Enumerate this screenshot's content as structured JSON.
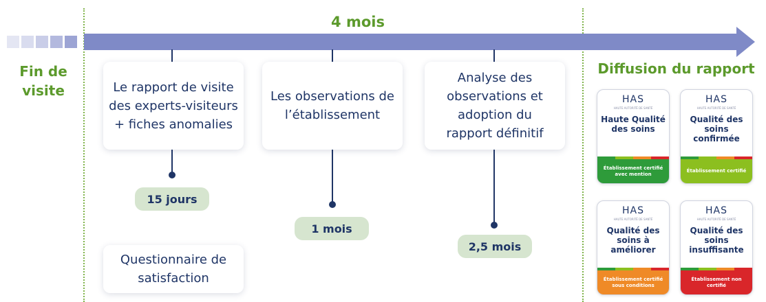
{
  "timeline": {
    "period_label": "4 mois",
    "start_label": "Fin de visite",
    "end_label": "Diffusion du rapport"
  },
  "steps": [
    {
      "text": "Le rapport de visite des experts-visiteurs + fiches anomalies",
      "duration": "15 jours"
    },
    {
      "text": "Les observations de l’établissement",
      "duration": "1 mois"
    },
    {
      "text": "Analyse des observations et adoption du rapport définitif",
      "duration": "2,5 mois"
    }
  ],
  "extra_card": "Questionnaire de satisfaction",
  "badges": [
    {
      "logo": "HAS",
      "logo_sub": "HAUTE AUTORITÉ DE SANTÉ",
      "title": "Haute Qualité des soins",
      "footer": "Établissement certifié avec mention",
      "color": "#2e9b3a"
    },
    {
      "logo": "HAS",
      "logo_sub": "HAUTE AUTORITÉ DE SANTÉ",
      "title": "Qualité des soins confirmée",
      "footer": "Établissement certifié",
      "color": "#8cbf1f"
    },
    {
      "logo": "HAS",
      "logo_sub": "HAUTE AUTORITÉ DE SANTÉ",
      "title": "Qualité des soins à améliorer",
      "footer": "Établissement certifié sous conditions",
      "color": "#ef8a27"
    },
    {
      "logo": "HAS",
      "logo_sub": "HAUTE AUTORITÉ DE SANTÉ",
      "title": "Qualité des soins insuffisante",
      "footer": "Établissement non certifié",
      "color": "#d9262a"
    }
  ],
  "colors": {
    "green": "#5c9a2c",
    "navy": "#1f3566",
    "arrow": "#7f8ac7",
    "pill": "#d6e5cf"
  }
}
